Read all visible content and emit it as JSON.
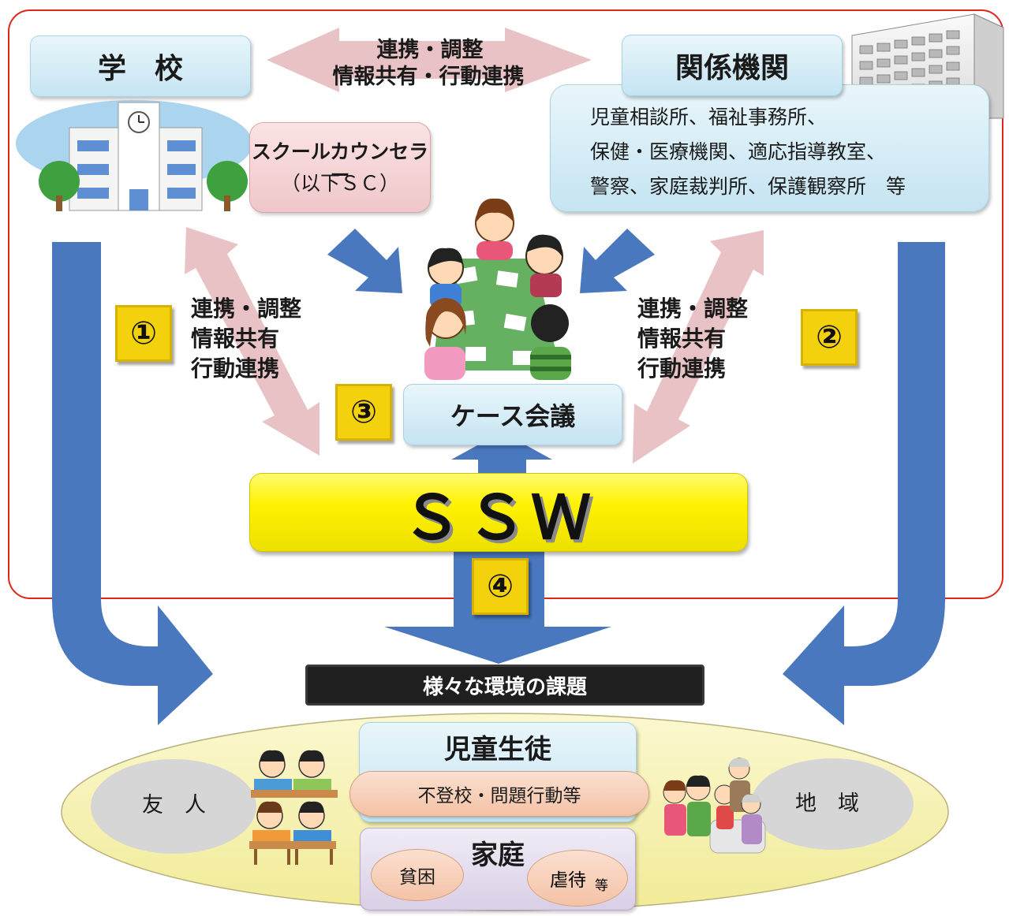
{
  "top": {
    "school_label": "学　校",
    "agencies_label": "関係機関",
    "top_arrow_line1": "連携・調整",
    "top_arrow_line2": "情報共有・行動連携",
    "agencies_line1": "児童相談所、福祉事務所、",
    "agencies_line2": "保健・医療機関、適応指導教室、",
    "agencies_line3": "警察、家庭裁判所、保護観察所　等",
    "sc_line1": "スクールカウンセラー",
    "sc_line2": "（以下ＳＣ）"
  },
  "middle": {
    "left_line1": "連携・調整",
    "left_line2": "情報共有",
    "left_line3": "行動連携",
    "right_line1": "連携・調整",
    "right_line2": "情報共有",
    "right_line3": "行動連携",
    "case_meeting": "ケース会議",
    "ssw": "ＳＳＷ"
  },
  "badges": {
    "b1": "①",
    "b2": "②",
    "b3": "③",
    "b4": "④"
  },
  "bottom": {
    "issues_banner": "様々な環境の課題",
    "students": "児童生徒",
    "student_issues": "不登校・問題行動等",
    "family": "家庭",
    "poverty": "貧困",
    "abuse": "虐待",
    "abuse_etc": "等",
    "friends": "友　人",
    "community": "地　域"
  },
  "colors": {
    "frame_red": "#e0261c",
    "arrow_blue": "#4a78bf",
    "arrow_pink": "#e8c2c4",
    "ssw_yellow": "#fff200",
    "badge_yellow": "#f3d20d",
    "ellipse_yellow": "#f8f3b4"
  }
}
